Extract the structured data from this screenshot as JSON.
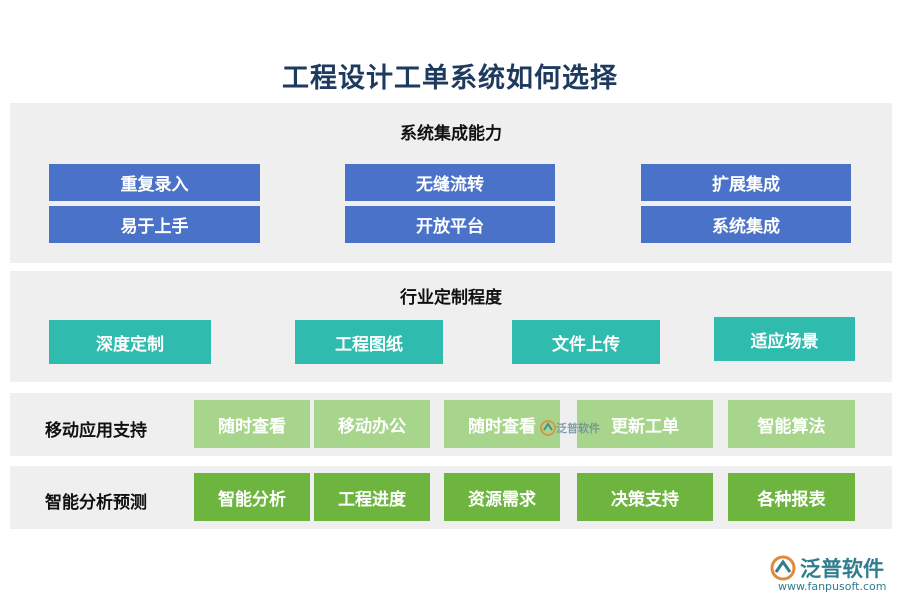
{
  "title": "工程设计工单系统如何选择",
  "section1": {
    "title": "系统集成能力",
    "items": [
      "重复录入",
      "无缝流转",
      "扩展集成",
      "易于上手",
      "开放平台",
      "系统集成"
    ]
  },
  "section2": {
    "title": "行业定制程度",
    "items": [
      "深度定制",
      "工程图纸",
      "文件上传",
      "适应场景"
    ]
  },
  "section3": {
    "label": "移动应用支持",
    "items": [
      "随时查看",
      "移动办公",
      "随时查看",
      "更新工单",
      "智能算法"
    ]
  },
  "section4": {
    "label": "智能分析预测",
    "items": [
      "智能分析",
      "工程进度",
      "资源需求",
      "决策支持",
      "各种报表"
    ]
  },
  "watermark": {
    "center_text": "泛普软件",
    "brand": "泛普软件",
    "url": "www.fanpusoft.com"
  },
  "colors": {
    "title": "#1f3a5f",
    "blue_box": "#4a72c8",
    "teal_box": "#2fbcae",
    "light_green_box": "#a7d58b",
    "green_box": "#6db53f",
    "panel_bg": "#efefef"
  }
}
